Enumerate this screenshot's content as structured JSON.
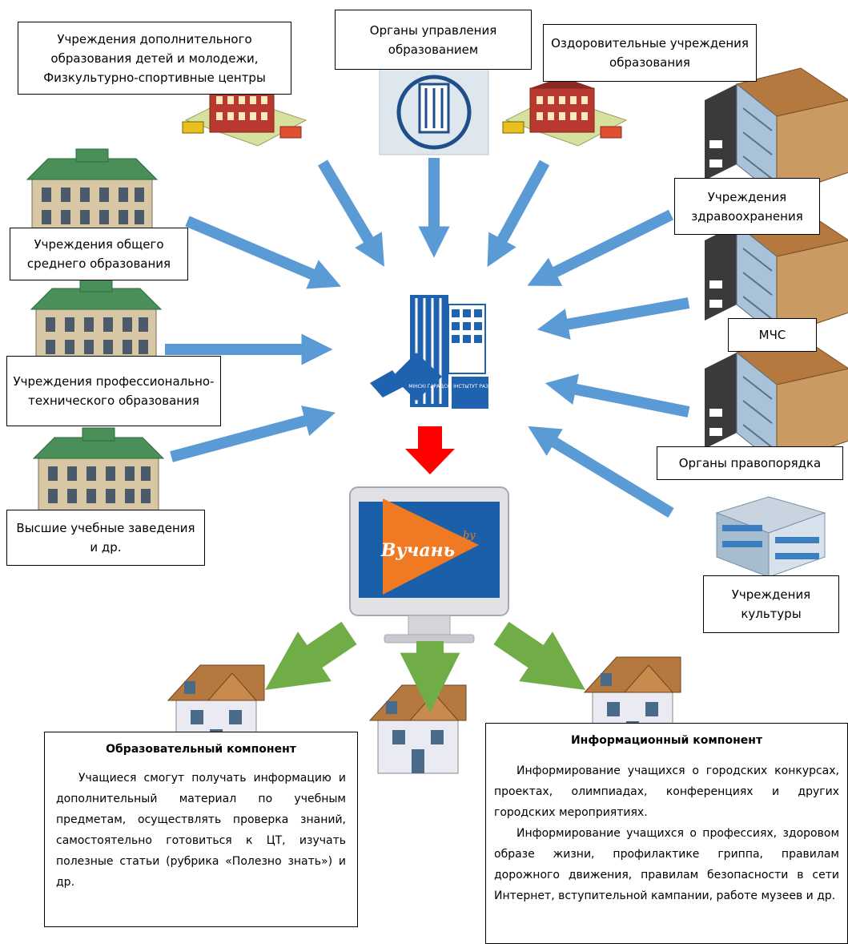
{
  "sources": {
    "extra_education": "Учреждения дополнительного образования детей и молодежи, Физкультурно-спортивные центры",
    "education_authorities": "Органы управления образованием",
    "health_education": "Оздоровительные учреждения образования",
    "healthcare": "Учреждения здравоохранения",
    "general_secondary": "Учреждения общего среднего образования",
    "emergency": "МЧС",
    "vocational": "Учреждения профессионально-технического образования",
    "law_enforcement": "Органы правопорядка",
    "higher_education": "Высшие учебные заведения и др.",
    "culture": "Учреждения культуры"
  },
  "center": {
    "logo_text": "МІНСКІ ГАРАДСКІ ІНСТЫТУТ РАЗВІЦЦЯ АДУКАЦЫІ"
  },
  "portal": {
    "logo_text": "Вучань",
    "logo_suffix": "by"
  },
  "educational_component": {
    "title": "Образовательный компонент",
    "body": "Учащиеся смогут получать информацию и дополнительный материал по учебным предметам, осуществлять проверка знаний, самостоятельно готовиться к ЦТ, изучать полезные статьи (рубрика «Полезно знать») и др."
  },
  "informational_component": {
    "title": "Информационный компонент",
    "body_1": "Информирование учащихся о городских конкурсах, проектах, олимпиадах, конференциях и других городских мероприятиях.",
    "body_2": "Информирование учащихся о профессиях, здоровом образе жизни, профилактике гриппа, правилам дорожного движения, правилам безопасности в сети Интернет, вступительной кампании, работе музеев и др."
  },
  "colors": {
    "blue_arrow": "#5b9bd5",
    "red_arrow": "#ff0000",
    "green_arrow": "#70ad47",
    "building_green_roof": "#4a8f5a",
    "building_brown_roof": "#b5793f",
    "brick": "#b83a2e",
    "monitor_screen": "#1a5fa8",
    "logo_orange": "#f07a24"
  },
  "icons": [
    "school-building-icon",
    "office-building-icon",
    "house-icon",
    "monitor-icon",
    "institute-logo-icon",
    "training-center-icon"
  ]
}
